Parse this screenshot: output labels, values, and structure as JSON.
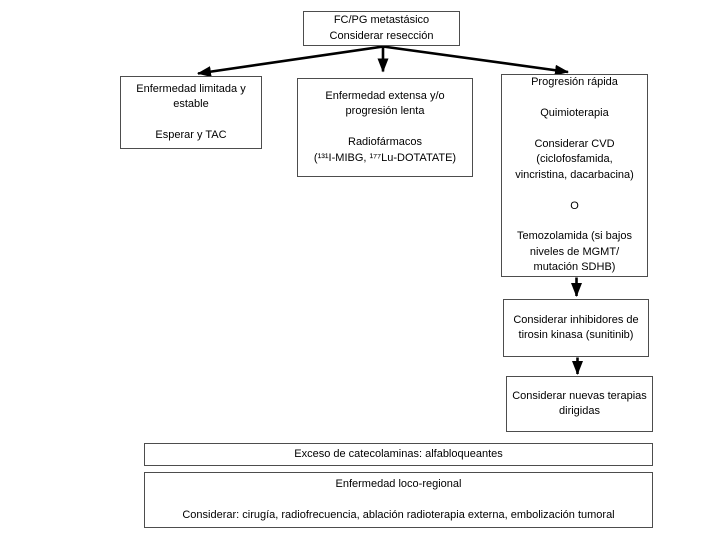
{
  "diagram": {
    "title": "FC/PG metastásico treatment algorithm",
    "colors": {
      "background": "#ffffff",
      "box_border": "#4d4d4d",
      "text": "#000000",
      "arrow": "#000000"
    },
    "nodes": {
      "root": {
        "text": "FC/PG metastásico\nConsiderar resección"
      },
      "limited": {
        "text": "Enfermedad limitada y\nestable\n\nEsperar y TAC"
      },
      "extensive": {
        "text": "Enfermedad extensa y/o\nprogresión lenta\n\nRadiofármacos\n(¹³¹I-MIBG, ¹⁷⁷Lu-DOTATATE)"
      },
      "rapid": {
        "text": "Progresión rápida\n\nQuimioterapia\n\nConsiderar CVD\n(ciclofosfamida,\nvincristina, dacarbacina)\n\nO\n\nTemozolamida (si bajos\nniveles de MGMT/\nmutación SDHB)"
      },
      "tki": {
        "text": "Considerar inhibidores de\ntirosin kinasa (sunitinib)"
      },
      "new_therapies": {
        "text": "Considerar nuevas terapias\ndirigidas"
      },
      "catecholamines": {
        "text": "Exceso de catecolaminas: alfabloqueantes"
      },
      "locoregional": {
        "text": "Enfermedad loco-regional\n\nConsiderar: cirugía, radiofrecuencia, ablación radioterapia externa, embolización tumoral"
      }
    }
  }
}
